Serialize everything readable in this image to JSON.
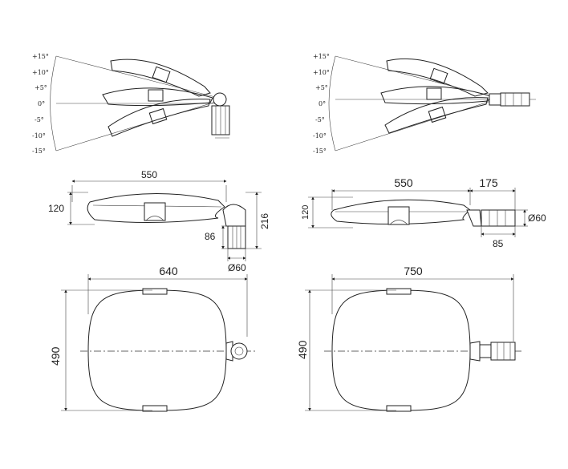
{
  "left": {
    "tilt_labels": [
      "+15°",
      "+10°",
      "+5°",
      "0°",
      "-5°",
      "-10°",
      "-15°"
    ],
    "side": {
      "length": "550",
      "height": "120",
      "total_height": "216",
      "spigot_length": "86",
      "spigot_diameter": "Ø60"
    },
    "top": {
      "length": "640",
      "width": "490"
    }
  },
  "right": {
    "tilt_labels": [
      "+15°",
      "+10°",
      "+5°",
      "0°",
      "-5°",
      "-10°",
      "-15°"
    ],
    "side": {
      "length": "550",
      "arm_length": "175",
      "height": "120",
      "spigot_diameter": "Ø60",
      "spigot_length": "85"
    },
    "top": {
      "length": "750",
      "width": "490"
    }
  }
}
